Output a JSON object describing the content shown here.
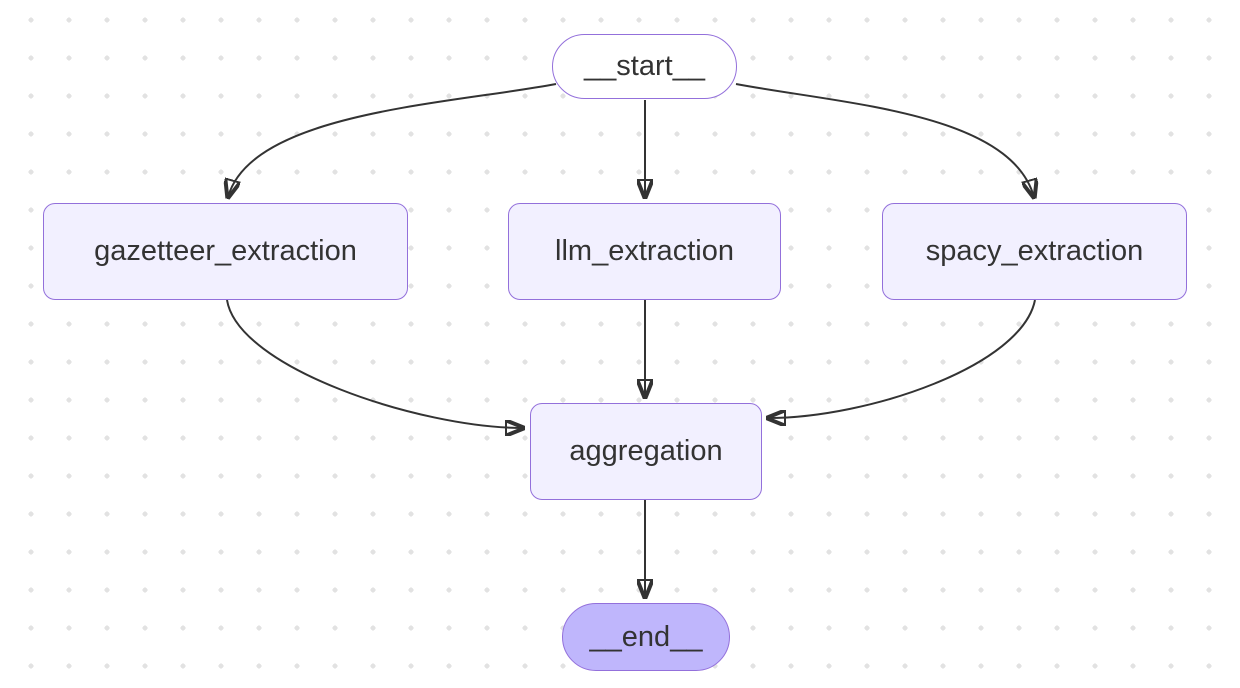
{
  "diagram": {
    "type": "flowchart",
    "direction": "top-down",
    "nodes": [
      {
        "id": "__start__",
        "label": "__start__",
        "shape": "stadium",
        "role": "start"
      },
      {
        "id": "gazetteer_extraction",
        "label": "gazetteer_extraction",
        "shape": "rect",
        "role": "task"
      },
      {
        "id": "llm_extraction",
        "label": "llm_extraction",
        "shape": "rect",
        "role": "task"
      },
      {
        "id": "spacy_extraction",
        "label": "spacy_extraction",
        "shape": "rect",
        "role": "task"
      },
      {
        "id": "aggregation",
        "label": "aggregation",
        "shape": "rect",
        "role": "task"
      },
      {
        "id": "__end__",
        "label": "__end__",
        "shape": "stadium",
        "role": "end"
      }
    ],
    "edges": [
      {
        "from": "__start__",
        "to": "gazetteer_extraction"
      },
      {
        "from": "__start__",
        "to": "llm_extraction"
      },
      {
        "from": "__start__",
        "to": "spacy_extraction"
      },
      {
        "from": "gazetteer_extraction",
        "to": "aggregation"
      },
      {
        "from": "llm_extraction",
        "to": "aggregation"
      },
      {
        "from": "spacy_extraction",
        "to": "aggregation"
      },
      {
        "from": "aggregation",
        "to": "__end__"
      }
    ],
    "colors": {
      "task_fill": "#f2f0ff",
      "start_fill": "#ffffff",
      "end_fill": "#bfb6fc",
      "node_border": "#9370db",
      "edge": "#333333",
      "text": "#333333",
      "background": "#ffffff",
      "grid_dot": "#e2e2e2"
    }
  }
}
